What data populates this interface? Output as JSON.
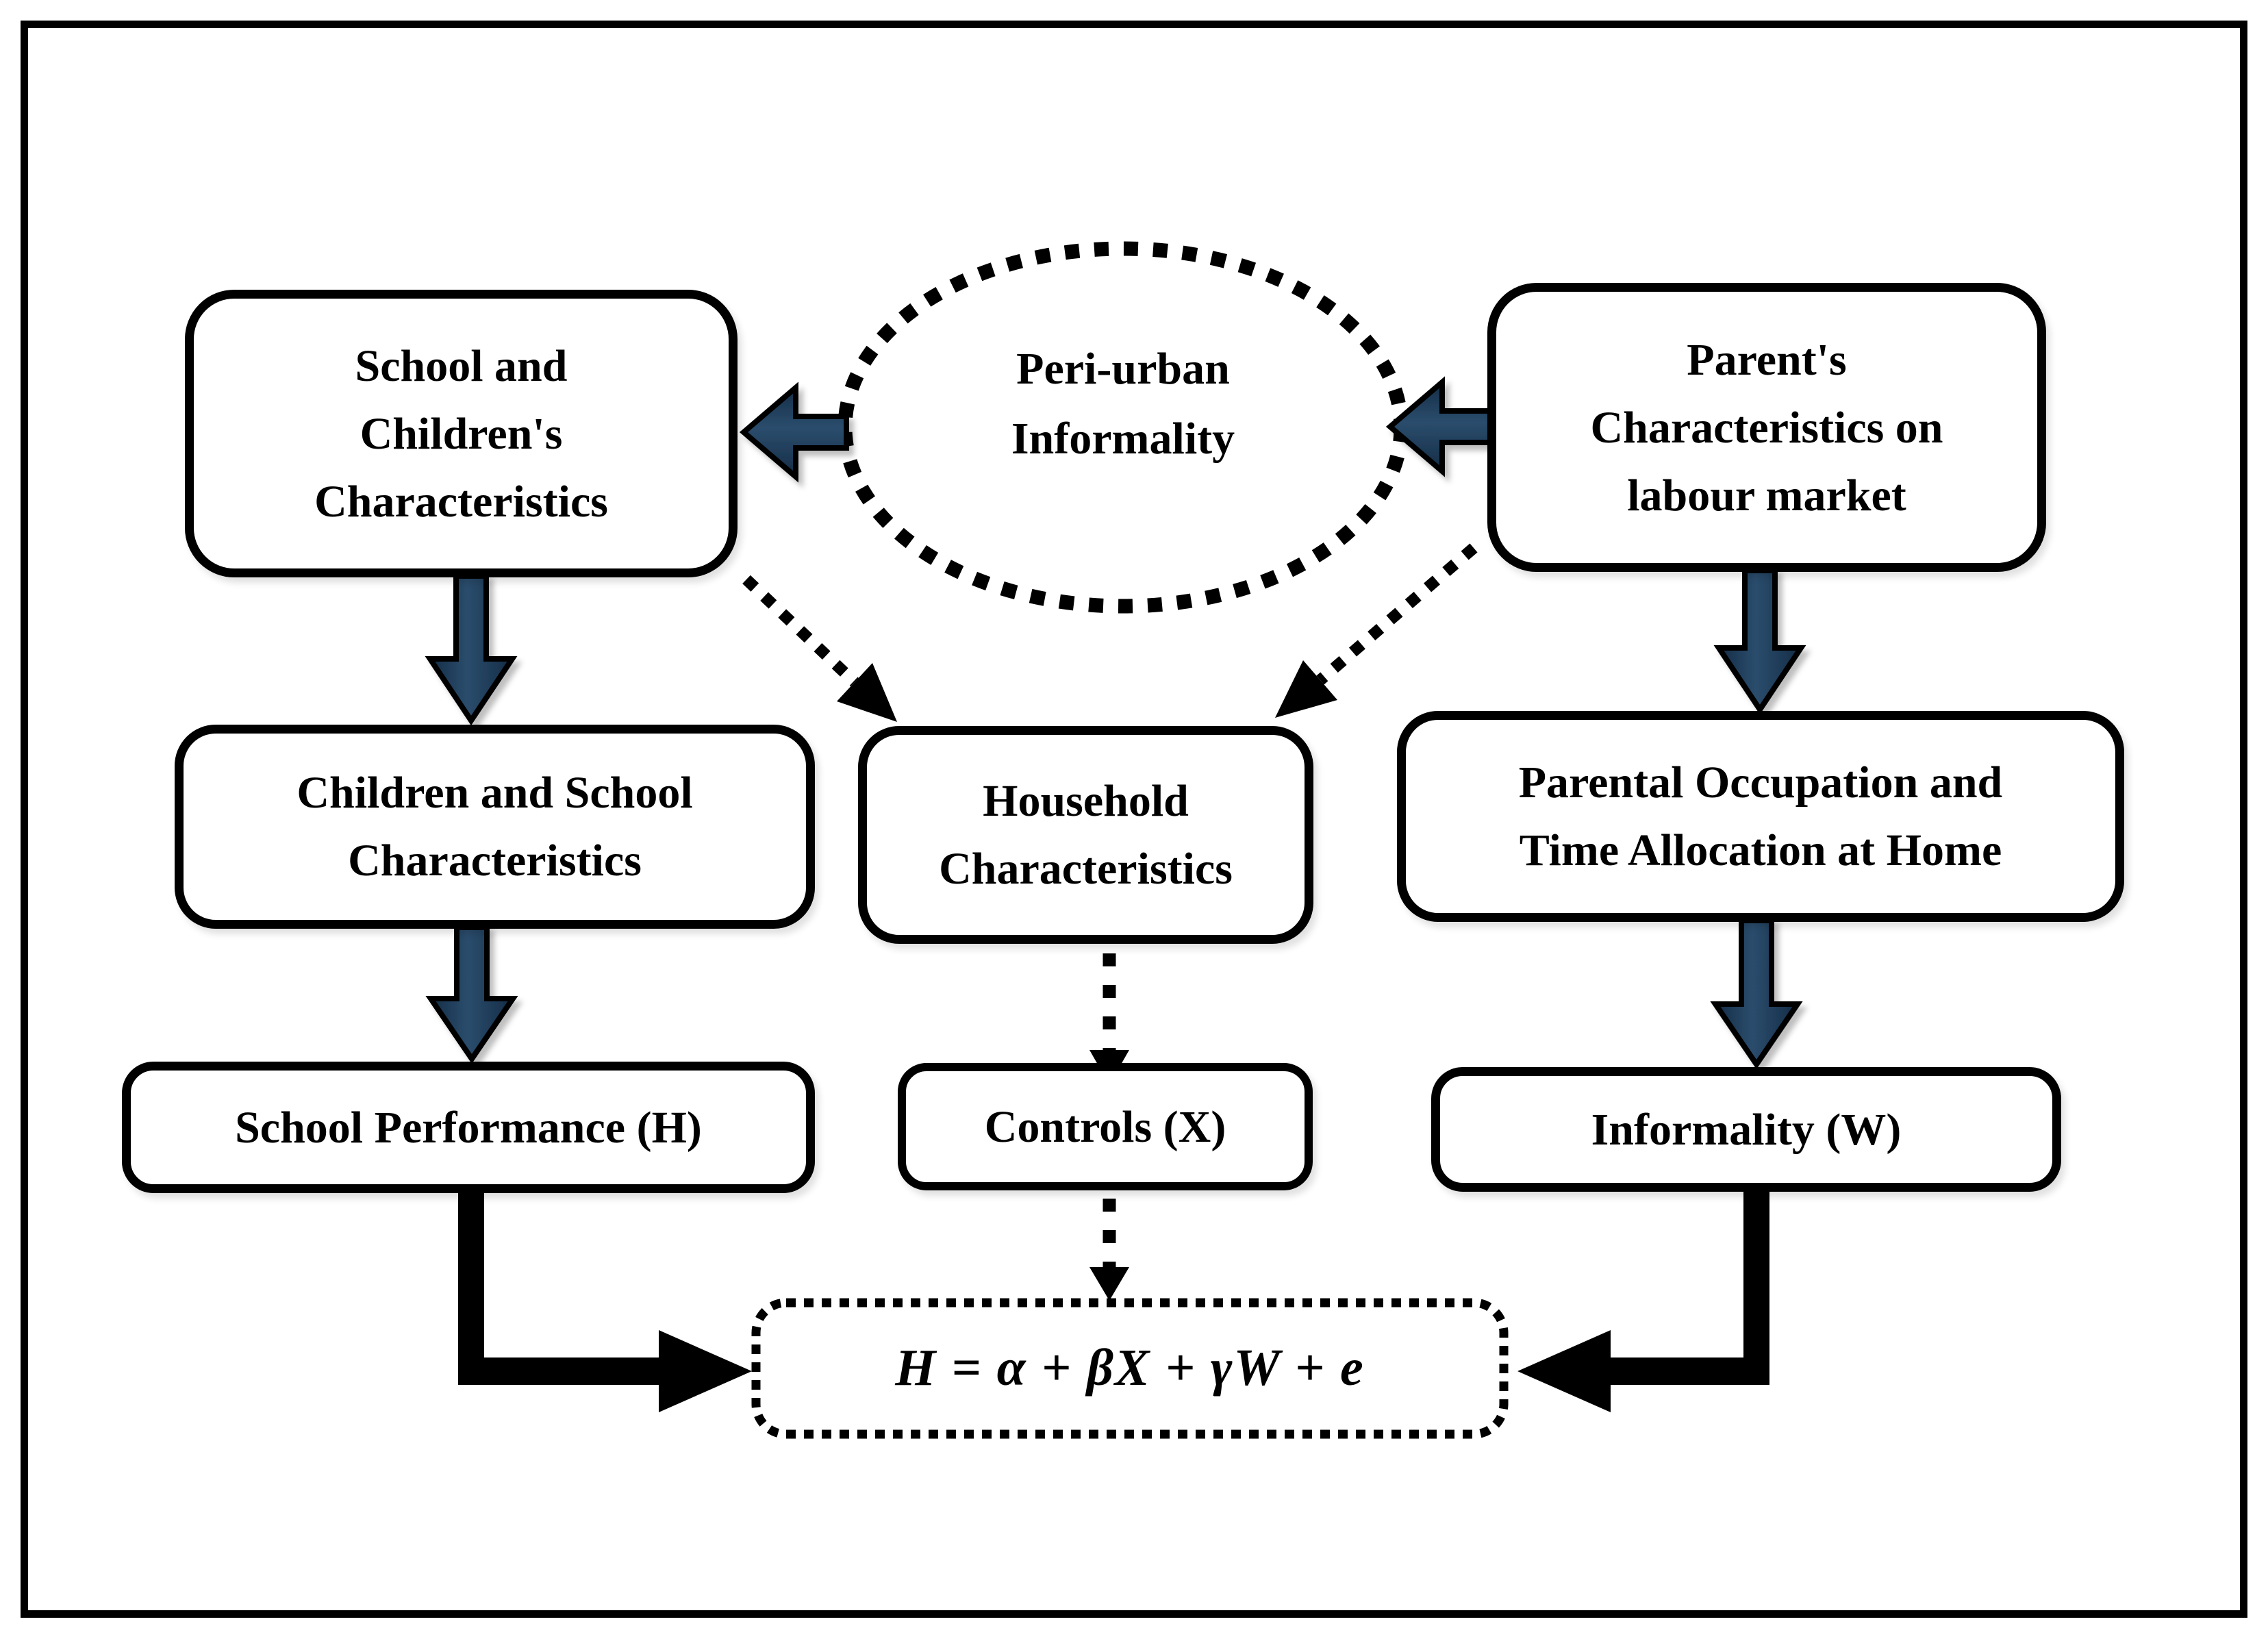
{
  "colors": {
    "arrow_navy_fill": "#1f3c5c",
    "line_black": "#000000",
    "background": "#ffffff"
  },
  "nodes": {
    "school_children": {
      "label": "School and\nChildren's\nCharacteristics"
    },
    "peri_urban": {
      "label": "Peri-urban\nInformality"
    },
    "parents_labour": {
      "label": "Parent's\nCharacteristics on\nlabour market"
    },
    "children_school": {
      "label": "Children and School\nCharacteristics"
    },
    "household": {
      "label": "Household\nCharacteristics"
    },
    "parental_occupation": {
      "label": "Parental Occupation and\nTime Allocation at Home"
    },
    "school_performance": {
      "label": "School Performance (H)"
    },
    "controls": {
      "label": "Controls (X)"
    },
    "informality": {
      "label": "Informality (W)"
    },
    "equation": {
      "label": "H = α + βX + γW + e"
    }
  },
  "edges": [
    {
      "from": "peri_urban",
      "to": "school_children",
      "style": "solid-navy-block-arrow"
    },
    {
      "from": "parents_labour",
      "to": "peri_urban",
      "style": "solid-navy-block-arrow"
    },
    {
      "from": "peri_urban",
      "to": "household",
      "style": "dotted-arrow-left-diagonal"
    },
    {
      "from": "peri_urban",
      "to": "household",
      "style": "dotted-arrow-right-diagonal"
    },
    {
      "from": "school_children",
      "to": "children_school",
      "style": "solid-navy-block-arrow"
    },
    {
      "from": "parents_labour",
      "to": "parental_occupation",
      "style": "solid-navy-block-arrow"
    },
    {
      "from": "children_school",
      "to": "school_performance",
      "style": "solid-navy-block-arrow"
    },
    {
      "from": "household",
      "to": "controls",
      "style": "dotted-arrow"
    },
    {
      "from": "parental_occupation",
      "to": "informality",
      "style": "solid-navy-block-arrow"
    },
    {
      "from": "school_performance",
      "to": "equation",
      "style": "solid-black-elbow-arrow"
    },
    {
      "from": "controls",
      "to": "equation",
      "style": "dotted-arrow"
    },
    {
      "from": "informality",
      "to": "equation",
      "style": "solid-black-elbow-arrow"
    }
  ]
}
